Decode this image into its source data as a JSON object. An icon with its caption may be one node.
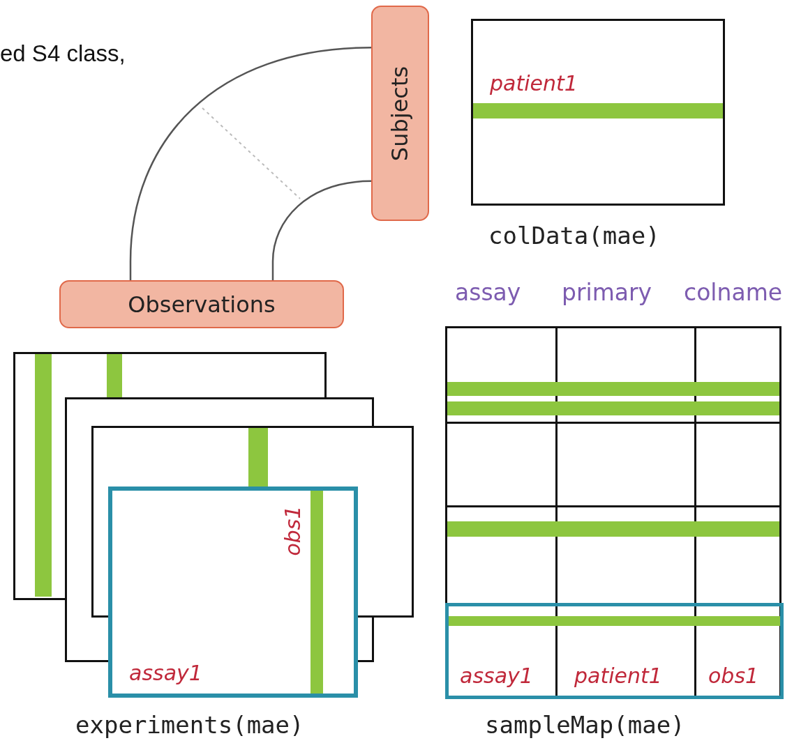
{
  "diagram": {
    "nodes": [
      {
        "text": [
          "Subjects"
        ]
      },
      {
        "text": [
          "Observations"
        ]
      },
      {
        "text": [
          "patient1"
        ],
        "beside": [
          "colData(mae)"
        ]
      },
      {
        "text": [],
        "shape": "box"
      },
      {
        "text": [],
        "shape": "box"
      },
      {
        "text": [],
        "shape": "box"
      },
      {
        "text": [
          "obs1",
          "assay1"
        ],
        "beside": [
          "experiments(mae)"
        ]
      },
      {
        "text": [
          "assay",
          "primary",
          "colname"
        ],
        "beside": [
          "sampleMap(mae)"
        ]
      },
      {
        "text": [
          "assay1",
          "patient1",
          "obs1"
        ],
        "in": 7
      }
    ],
    "edges": [
      {
        "from": 1,
        "to": 0,
        "arrow": "none"
      },
      {
        "from": 1,
        "to": 0,
        "arrow": "none"
      }
    ],
    "labels": [
      "ed S4 class,"
    ]
  }
}
